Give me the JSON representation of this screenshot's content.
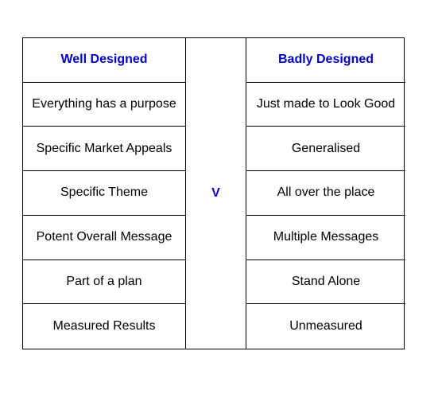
{
  "table": {
    "left_header": "Well Designed",
    "right_header": "Badly Designed",
    "middle": "V",
    "left_items": [
      "Everything has a purpose",
      "Specific Market Appeals",
      "Specific Theme",
      "Potent Overall Message",
      "Part of a plan",
      "Measured Results"
    ],
    "right_items": [
      "Just made to Look Good",
      "Generalised",
      "All over the place",
      "Multiple Messages",
      "Stand Alone",
      "Unmeasured"
    ]
  },
  "colors": {
    "header": "#0000cc",
    "text": "#000000",
    "border": "#000000"
  }
}
